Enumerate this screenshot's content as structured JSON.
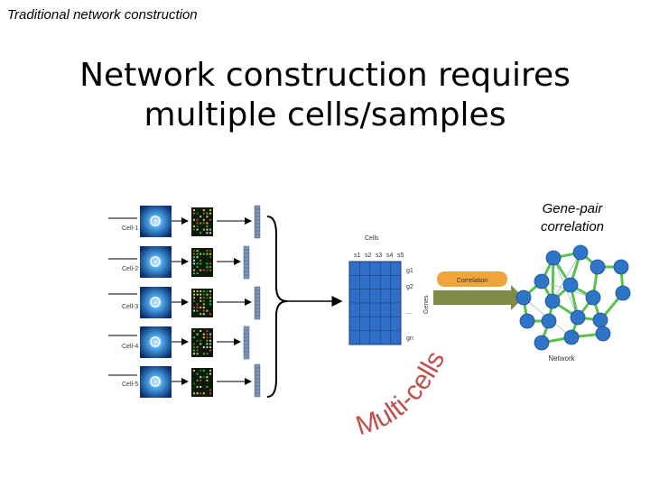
{
  "header": {
    "corner_title": "Traditional network construction",
    "title_line1": "Network construction  requires",
    "title_line2": "multiple cells/samples"
  },
  "cells": [
    {
      "label": "Cell-1"
    },
    {
      "label": "Cell-2"
    },
    {
      "label": "Cell-3"
    },
    {
      "label": "Cell-4"
    },
    {
      "label": "Cell-5"
    }
  ],
  "matrix": {
    "columns_label": "Cells",
    "rows_label": "Genes",
    "sample_headers": [
      "s1",
      "s2",
      "s3",
      "s4",
      "s5"
    ],
    "gene_labels": [
      "g1",
      "g2",
      "...",
      "gn"
    ]
  },
  "correlation_label": "Correlation",
  "gene_pair_line1": "Gene-pair",
  "gene_pair_line2": "correlation",
  "network_label": "Network",
  "multi_cells_text": "Multi-cells",
  "colors": {
    "matrix_blue": "#2f6fc7",
    "correlation_orange": "#f0a53a",
    "arrow_green": "#7f8a46",
    "node_blue": "#2e75c8",
    "edge_green": "#58c24a",
    "multi_red": "#c0504d"
  }
}
